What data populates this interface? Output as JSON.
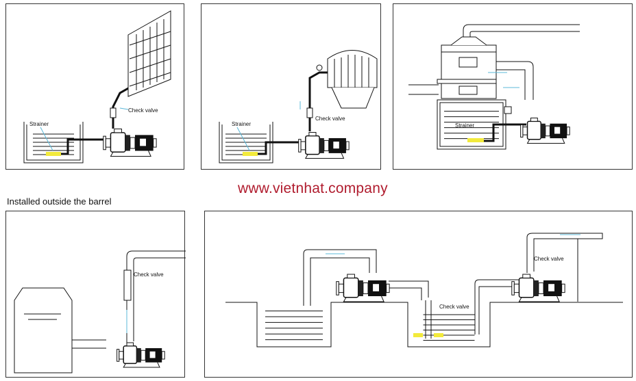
{
  "brand_url": "www.vietnhat.company",
  "section_heading": "Installed outside the barrel",
  "labels": {
    "check_valve": "Check valve",
    "strainer": "Strainer"
  },
  "colors": {
    "brand": "#b01c2e",
    "strainer_fill": "#f2ea3c",
    "water_mark": "#5bb8d8",
    "line": "#111111"
  }
}
